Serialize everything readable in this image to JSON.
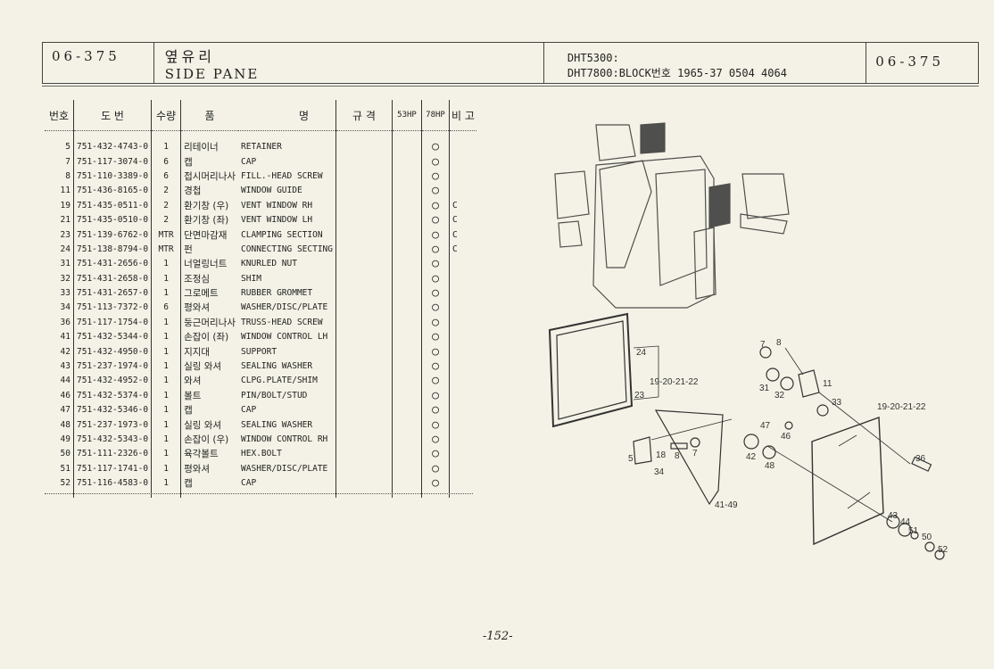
{
  "header": {
    "code_left": "06-375",
    "title_ko": "옆유리",
    "title_en": "SIDE PANE",
    "model_line1": "DHT5300:",
    "model_line2": "DHT7800:BLOCK번호 1965-37 0504 4064",
    "code_right": "06-375"
  },
  "columns": [
    "번호",
    "도  번",
    "수량",
    "품",
    "명",
    "규 격",
    "53HP",
    "78HP",
    "비 고"
  ],
  "rows": [
    [
      "5",
      "751-432-4743-0",
      "1",
      "리테이너",
      "RETAINER",
      "",
      "○",
      ""
    ],
    [
      "7",
      "751-117-3074-0",
      "6",
      "캡",
      "CAP",
      "",
      "○",
      ""
    ],
    [
      "8",
      "751-110-3389-0",
      "6",
      "접시머리나사",
      "FILL.-HEAD SCREW",
      "",
      "○",
      ""
    ],
    [
      "11",
      "751-436-8165-0",
      "2",
      "경첩",
      "WINDOW GUIDE",
      "",
      "○",
      ""
    ],
    [
      "19",
      "751-435-0511-0",
      "2",
      "환기창 (우)",
      "VENT WINDOW RH",
      "",
      "○",
      "C"
    ],
    [
      "21",
      "751-435-0510-0",
      "2",
      "환기창 (좌)",
      "VENT WINDOW LH",
      "",
      "○",
      "C"
    ],
    [
      "23",
      "751-139-6762-0",
      "MTR",
      "단면마감재",
      "CLAMPING SECTION",
      "",
      "○",
      "C"
    ],
    [
      "24",
      "751-138-8794-0",
      "MTR",
      "펀",
      "CONNECTING SECTING",
      "",
      "○",
      "C"
    ],
    [
      "31",
      "751-431-2656-0",
      "1",
      "너얼링너트",
      "KNURLED NUT",
      "",
      "○",
      ""
    ],
    [
      "32",
      "751-431-2658-0",
      "1",
      "조정심",
      "SHIM",
      "",
      "○",
      ""
    ],
    [
      "33",
      "751-431-2657-0",
      "1",
      "그로메트",
      "RUBBER GROMMET",
      "",
      "○",
      ""
    ],
    [
      "34",
      "751-113-7372-0",
      "6",
      "평와셔",
      "WASHER/DISC/PLATE",
      "",
      "○",
      ""
    ],
    [
      "36",
      "751-117-1754-0",
      "1",
      "둥근머리나사",
      "TRUSS-HEAD SCREW",
      "",
      "○",
      ""
    ],
    [
      "41",
      "751-432-5344-0",
      "1",
      "손잡이 (좌)",
      "WINDOW CONTROL LH",
      "",
      "○",
      ""
    ],
    [
      "42",
      "751-432-4950-0",
      "1",
      "지지대",
      "SUPPORT",
      "",
      "○",
      ""
    ],
    [
      "43",
      "751-237-1974-0",
      "1",
      "실링 와셔",
      "SEALING WASHER",
      "",
      "○",
      ""
    ],
    [
      "44",
      "751-432-4952-0",
      "1",
      "와셔",
      "CLPG.PLATE/SHIM",
      "",
      "○",
      ""
    ],
    [
      "46",
      "751-432-5374-0",
      "1",
      "볼트",
      "PIN/BOLT/STUD",
      "",
      "○",
      ""
    ],
    [
      "47",
      "751-432-5346-0",
      "1",
      "캡",
      "CAP",
      "",
      "○",
      ""
    ],
    [
      "48",
      "751-237-1973-0",
      "1",
      "실링 와셔",
      "SEALING WASHER",
      "",
      "○",
      ""
    ],
    [
      "49",
      "751-432-5343-0",
      "1",
      "손잡이 (우)",
      "WINDOW CONTROL RH",
      "",
      "○",
      ""
    ],
    [
      "50",
      "751-111-2326-0",
      "1",
      "육각볼트",
      "HEX.BOLT",
      "",
      "○",
      ""
    ],
    [
      "51",
      "751-117-1741-0",
      "1",
      "평와셔",
      "WASHER/DISC/PLATE",
      "",
      "○",
      ""
    ],
    [
      "52",
      "751-116-4583-0",
      "1",
      "캡",
      "CAP",
      "",
      "○",
      ""
    ]
  ],
  "diagram_labels": [
    "24",
    "19-20-21-22",
    "23",
    "7",
    "8",
    "31",
    "32",
    "11",
    "33",
    "19-20-21-22",
    "47",
    "46",
    "42",
    "48",
    "5",
    "18",
    "34",
    "8",
    "7",
    "41-49",
    "36",
    "43",
    "44",
    "51",
    "50",
    "52"
  ],
  "page_number": "-152-"
}
